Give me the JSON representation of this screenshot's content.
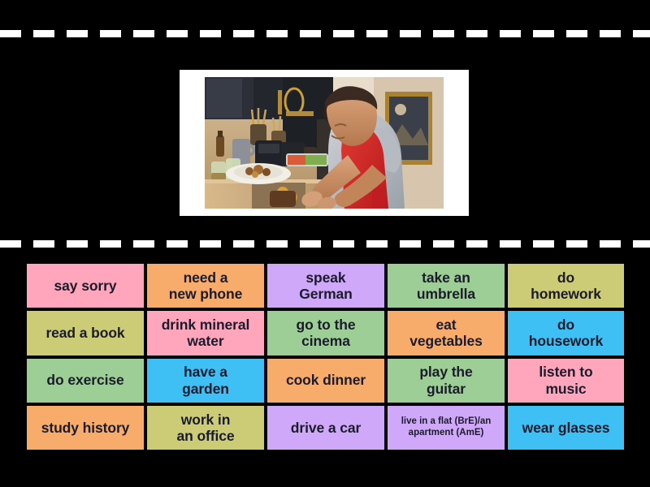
{
  "background_color": "#000000",
  "separators": {
    "style": "white-dashed-line",
    "color": "#ffffff",
    "count": 2
  },
  "media": {
    "type": "photo",
    "frame_color": "#ffffff",
    "alt": "Man in a red apron cooking and plating food in a kitchen",
    "scene": {
      "wall": "#c8a87e",
      "cabinet": "#2c2f38",
      "apron": "#d8232a",
      "shirt": "#b9bcc2",
      "counter": "#c3a078",
      "skin": "#c98f6a",
      "hair": "#3b2a22",
      "plate": "#f2efe6",
      "picture_frame": "#b08d3c"
    }
  },
  "palette": {
    "pink": "#ffa6bc",
    "orange": "#f8ac6c",
    "purple": "#cfa8fa",
    "green": "#9dce95",
    "khaki": "#cccc77",
    "blue": "#3fc0f5",
    "text": "#1b1b2b"
  },
  "word_grid": {
    "columns": 5,
    "rows": 4,
    "tiles": [
      {
        "label": "say sorry",
        "color": "#ffa6bc",
        "small": false
      },
      {
        "label": "need a\nnew phone",
        "color": "#f8ac6c",
        "small": false
      },
      {
        "label": "speak\nGerman",
        "color": "#cfa8fa",
        "small": false
      },
      {
        "label": "take an\numbrella",
        "color": "#9dce95",
        "small": false
      },
      {
        "label": "do\nhomework",
        "color": "#cccc77",
        "small": false
      },
      {
        "label": "read a book",
        "color": "#cccc77",
        "small": false
      },
      {
        "label": "drink mineral\nwater",
        "color": "#ffa6bc",
        "small": false
      },
      {
        "label": "go to the\ncinema",
        "color": "#9dce95",
        "small": false
      },
      {
        "label": "eat\nvegetables",
        "color": "#f8ac6c",
        "small": false
      },
      {
        "label": "do\nhousework",
        "color": "#3fc0f5",
        "small": false
      },
      {
        "label": "do exercise",
        "color": "#9dce95",
        "small": false
      },
      {
        "label": "have a\ngarden",
        "color": "#3fc0f5",
        "small": false
      },
      {
        "label": "cook dinner",
        "color": "#f8ac6c",
        "small": false
      },
      {
        "label": "play the\nguitar",
        "color": "#9dce95",
        "small": false
      },
      {
        "label": "listen to\nmusic",
        "color": "#ffa6bc",
        "small": false
      },
      {
        "label": "study history",
        "color": "#f8ac6c",
        "small": false
      },
      {
        "label": "work in\nan office",
        "color": "#cccc77",
        "small": false
      },
      {
        "label": "drive a car",
        "color": "#cfa8fa",
        "small": false
      },
      {
        "label": "live in a flat (BrE)/an\napartment (AmE)",
        "color": "#cfa8fa",
        "small": true
      },
      {
        "label": "wear glasses",
        "color": "#3fc0f5",
        "small": false
      }
    ]
  }
}
